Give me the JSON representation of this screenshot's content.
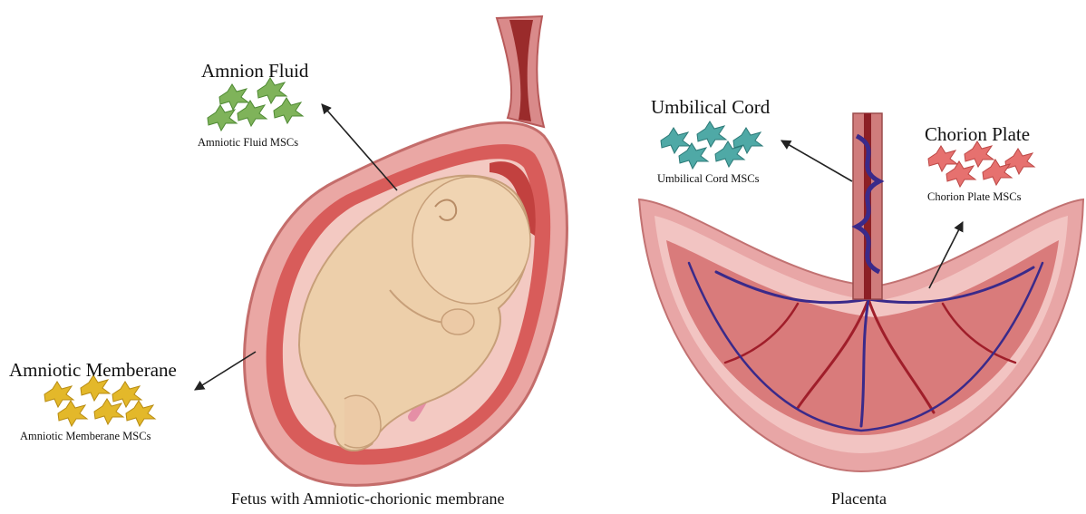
{
  "left_panel": {
    "amnion_fluid": {
      "title": "Amnion Fluid",
      "cells": "Amniotic Fluid MSCs",
      "cell_color": "#7fb35a"
    },
    "amniotic_membrane": {
      "title": "Amniotic Memberane",
      "cells": "Amniotic Memberane MSCs",
      "cell_color": "#e3b82a"
    },
    "caption": "Fetus with Amniotic-chorionic membrane"
  },
  "right_panel": {
    "umbilical_cord": {
      "title": "Umbilical Cord",
      "cells": "Umbilical Cord MSCs",
      "cell_color": "#4fa9a6"
    },
    "chorion_plate": {
      "title": "Chorion Plate",
      "cells": "Chorion Plate MSCs",
      "cell_color": "#e6716f"
    },
    "caption": "Placenta"
  }
}
